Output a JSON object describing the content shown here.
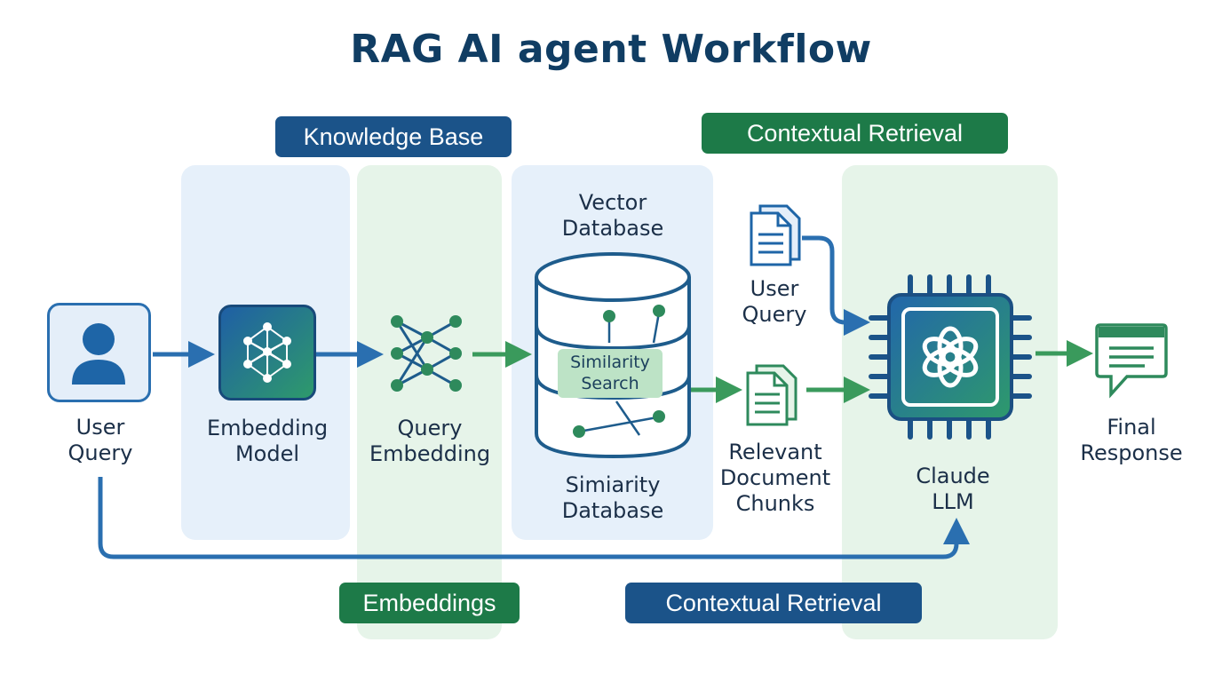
{
  "title": "RAG AI agent Workflow",
  "tags": {
    "knowledge_base": "Knowledge Base",
    "contextual_retrieval_top": "Contextual Retrieval",
    "embeddings": "Embeddings",
    "contextual_retrieval_bottom": "Contextual Retrieval"
  },
  "nodes": {
    "user_query": "User\nQuery",
    "embedding_model": "Embedding\nModel",
    "query_embedding": "Query\nEmbedding",
    "vector_database": "Vector\nDatabase",
    "similarity_search": "Similarity\nSearch",
    "similarity_database": "Simiarity\nDatabase",
    "user_query_doc": "User\nQuery",
    "relevant_chunks": "Relevant\nDocument\nChunks",
    "claude_llm": "Claude\nLLM",
    "final_response": "Final\nResponse"
  },
  "colors": {
    "blue": "#1b5389",
    "green": "#1d7a48",
    "arrow_blue": "#2a6fb0",
    "arrow_green": "#3a9a5c"
  },
  "icons": [
    "user-icon",
    "neural-network-icon",
    "embedding-graph-icon",
    "database-icon",
    "document-icon",
    "chip-icon",
    "openai-logo-icon",
    "chat-bubble-icon"
  ]
}
